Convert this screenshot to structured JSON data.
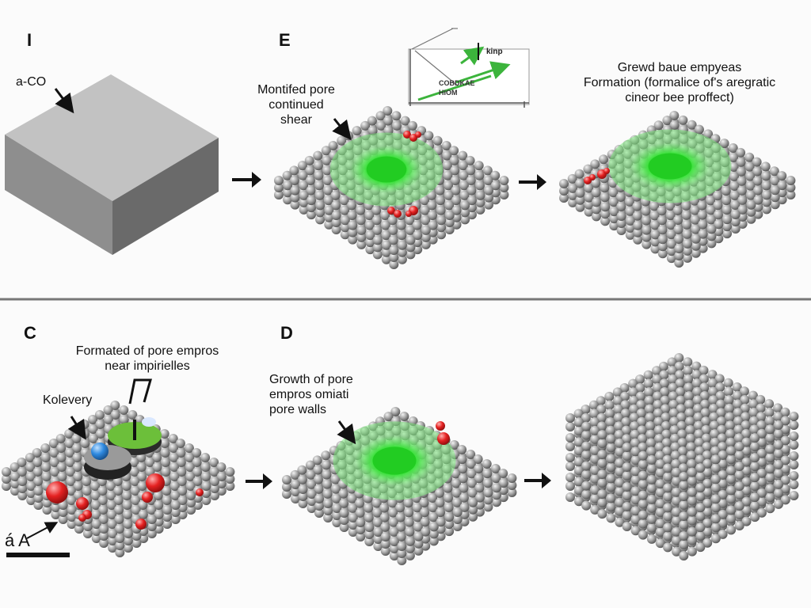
{
  "panels": {
    "top_left": {
      "letter": "I",
      "label": "a-CO"
    },
    "top_middle": {
      "letter": "E",
      "caption": "Montifed pore\ncontinued\nshear",
      "inset": {
        "top_label": "kinp",
        "label1": "COBDKAE",
        "label2": "HIOM"
      }
    },
    "top_right": {
      "caption": "Grewd baue empyeas\nFormation  (formalice of's aregratic\ncineor bee proffect)"
    },
    "bottom_left": {
      "letter": "C",
      "caption": "Formated of pore empros\nnear impirielles",
      "pointer_label": "Kolevery",
      "scale_label": "á A"
    },
    "bottom_middle": {
      "letter": "D",
      "caption": "Growth of pore\nempros omiati\npore walls"
    }
  },
  "colors": {
    "background": "#fbfbfb",
    "sphere": "#9a9a9a",
    "pore_green": "#2fd22f",
    "defect_red": "#e52222",
    "marker_blue": "#2f8ae0",
    "block_gray": "#a9a9a9",
    "divider": "#777777"
  }
}
